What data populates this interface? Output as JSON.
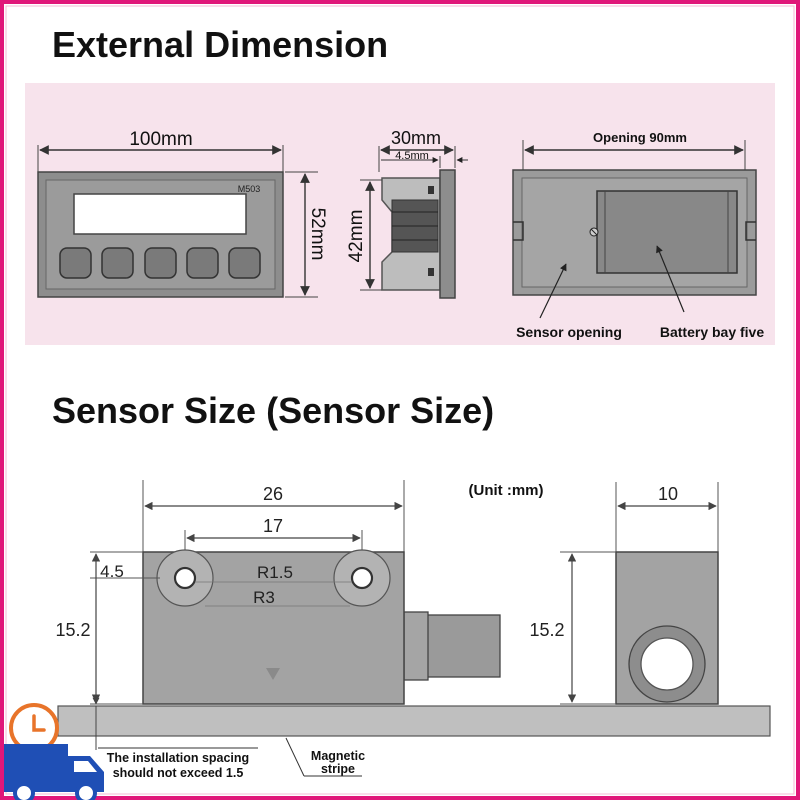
{
  "titles": {
    "external": "External Dimension",
    "sensor": "Sensor Size (Sensor Size)"
  },
  "panel_front": {
    "width": "100mm",
    "height": "52mm",
    "model": "M503"
  },
  "panel_side": {
    "depth": "30mm",
    "flange": "4.5mm",
    "height": "42mm"
  },
  "panel_back": {
    "opening": "Opening 90mm",
    "sensor_opening": "Sensor opening",
    "battery_bay": "Battery bay five"
  },
  "sensor_front": {
    "unit": "(Unit :mm)",
    "width": "26",
    "hole_spacing": "17",
    "hole_offset": "4.5",
    "inner_radius": "R1.5",
    "outer_radius": "R3",
    "height": "15.2"
  },
  "sensor_side": {
    "width": "10",
    "height": "15.2"
  },
  "installation": {
    "spacing_note_line1": "The installation spacing",
    "spacing_note_line2": "should not exceed 1.5",
    "stripe_line1": "Magnetic",
    "stripe_line2": "stripe"
  },
  "colors": {
    "frame_border": "#e0177a",
    "panel_bg": "#f7e3ec",
    "device_body": "#8d8d8d",
    "device_dark": "#6f6f6f",
    "badge_blue": "#1f4fb5",
    "badge_orange": "#e8742a"
  },
  "icons": {
    "badge": "delivery-truck-clock-icon"
  }
}
